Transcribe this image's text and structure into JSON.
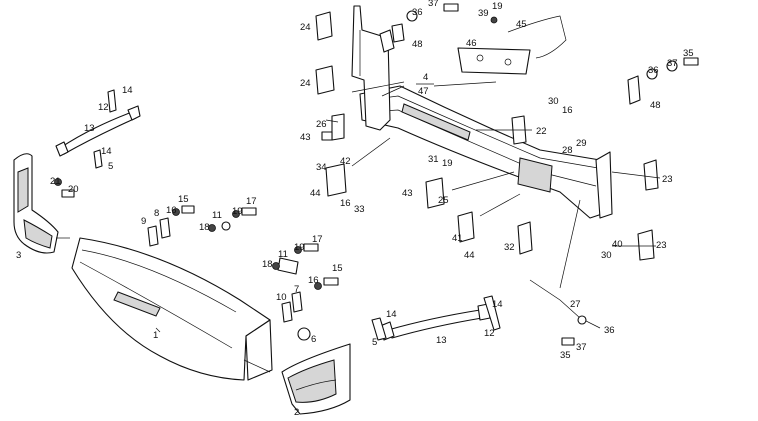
{
  "callouts": [
    {
      "text": "1"
    },
    {
      "text": "2"
    },
    {
      "text": "3"
    },
    {
      "text": "5"
    },
    {
      "text": "5"
    },
    {
      "text": "6"
    },
    {
      "text": "7"
    },
    {
      "text": "8"
    },
    {
      "text": "9"
    },
    {
      "text": "10"
    },
    {
      "text": "11"
    },
    {
      "text": "11"
    },
    {
      "text": "12"
    },
    {
      "text": "12"
    },
    {
      "text": "13"
    },
    {
      "text": "13"
    },
    {
      "text": "14"
    },
    {
      "text": "14"
    },
    {
      "text": "14"
    },
    {
      "text": "14"
    },
    {
      "text": "15"
    },
    {
      "text": "15"
    },
    {
      "text": "16"
    },
    {
      "text": "16"
    },
    {
      "text": "16"
    },
    {
      "text": "16"
    },
    {
      "text": "17"
    },
    {
      "text": "17"
    },
    {
      "text": "18"
    },
    {
      "text": "18"
    },
    {
      "text": "19"
    },
    {
      "text": "19"
    },
    {
      "text": "19"
    },
    {
      "text": "19"
    },
    {
      "text": "20"
    },
    {
      "text": "21"
    },
    {
      "text": "22"
    },
    {
      "text": "23"
    },
    {
      "text": "23"
    },
    {
      "text": "24"
    },
    {
      "text": "24"
    },
    {
      "text": "25"
    },
    {
      "text": "26"
    },
    {
      "text": "27"
    },
    {
      "text": "28"
    },
    {
      "text": "29"
    },
    {
      "text": "30"
    },
    {
      "text": "30"
    },
    {
      "text": "31"
    },
    {
      "text": "32"
    },
    {
      "text": "33"
    },
    {
      "text": "34"
    },
    {
      "text": "35"
    },
    {
      "text": "35"
    },
    {
      "text": "36"
    },
    {
      "text": "36"
    },
    {
      "text": "36"
    },
    {
      "text": "37"
    },
    {
      "text": "37"
    },
    {
      "text": "37"
    },
    {
      "text": "39"
    },
    {
      "text": "40"
    },
    {
      "text": "41"
    },
    {
      "text": "42"
    },
    {
      "text": "43"
    },
    {
      "text": "43"
    },
    {
      "text": "44"
    },
    {
      "text": "44"
    },
    {
      "text": "45"
    },
    {
      "text": "46"
    },
    {
      "text": "48"
    },
    {
      "text": "48"
    },
    {
      "text": "4"
    },
    {
      "text": "47"
    }
  ]
}
